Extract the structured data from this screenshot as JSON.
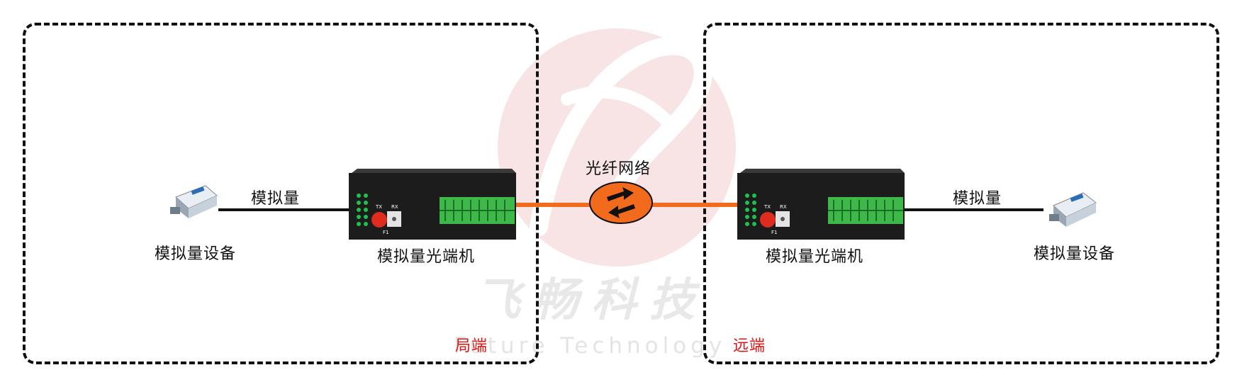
{
  "regions": {
    "local": {
      "label": "局端"
    },
    "remote": {
      "label": "远端"
    }
  },
  "local_side": {
    "device_label": "模拟量设备",
    "link_label": "模拟量",
    "transceiver_label": "模拟量光端机"
  },
  "remote_side": {
    "device_label": "模拟量设备",
    "link_label": "模拟量",
    "transceiver_label": "模拟量光端机"
  },
  "fiber": {
    "label": "光纤网络"
  },
  "transceiver_panel": {
    "tx": "TX",
    "rx": "RX",
    "port": "F1"
  },
  "watermark": {
    "cn": "飞畅科技",
    "en": "Future Technology"
  },
  "colors": {
    "fiber": "#f26a1b",
    "accent_red": "#e01515",
    "border": "#111111"
  },
  "icons": {
    "analog_device": "serial-converter-icon",
    "transceiver": "fiber-transceiver-icon",
    "network": "fiber-network-icon"
  }
}
